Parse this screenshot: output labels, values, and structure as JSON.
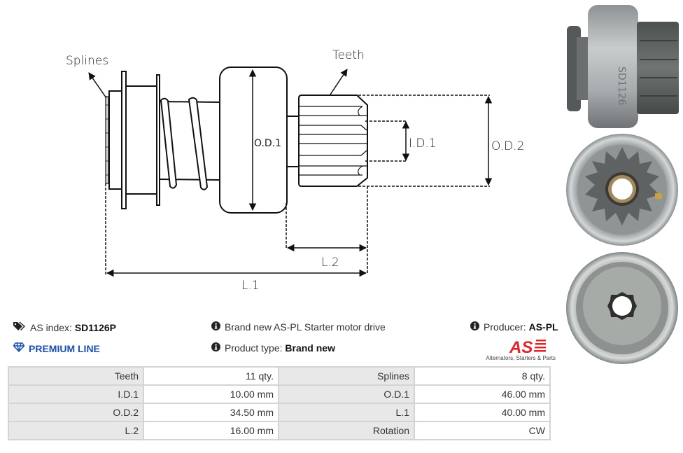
{
  "diagram": {
    "labels": {
      "splines": "Splines",
      "teeth": "Teeth",
      "od1": "O.D.1",
      "id1": "I.D.1",
      "od2": "O.D.2",
      "l1": "L.1",
      "l2": "L.2"
    }
  },
  "photos": {
    "side_engraving": "SD1126",
    "views": [
      "side-view",
      "front-view",
      "back-view"
    ]
  },
  "info": {
    "index_label": "AS index:",
    "index_value": "SD1126P",
    "premium": "PREMIUM LINE",
    "description": "Brand new AS-PL Starter motor drive",
    "type_label": "Product type:",
    "type_value": "Brand new",
    "producer_label": "Producer:",
    "producer_value": "AS-PL",
    "icons": {
      "index": "tags-icon",
      "premium": "diamond-icon",
      "info": "info-circle-icon"
    }
  },
  "logo": {
    "text": "AS",
    "tagline": "Alternators, Starters & Parts",
    "color": "#e3262d"
  },
  "specs": {
    "rows": [
      {
        "k1": "Teeth",
        "v1": "11 qty.",
        "k2": "Splines",
        "v2": "8 qty."
      },
      {
        "k1": "I.D.1",
        "v1": "10.00 mm",
        "k2": "O.D.1",
        "v2": "46.00 mm"
      },
      {
        "k1": "O.D.2",
        "v1": "34.50 mm",
        "k2": "L.1",
        "v2": "40.00 mm"
      },
      {
        "k1": "L.2",
        "v1": "16.00 mm",
        "k2": "Rotation",
        "v2": "CW"
      }
    ]
  },
  "colors": {
    "premium_blue": "#1a4fb5",
    "table_key_bg": "#e8e8e8",
    "table_border": "#d4d4d4",
    "brand_red": "#e3262d"
  }
}
